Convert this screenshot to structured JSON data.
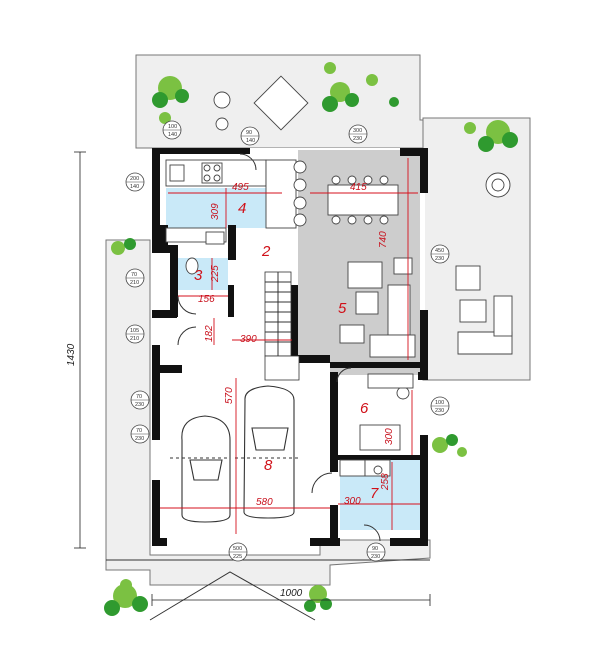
{
  "plan": {
    "colors": {
      "wall": "#111111",
      "living_floor": "#cdcdcd",
      "wet_room_floor": "#c9e9f8",
      "terrace": "#efefef",
      "dimension_lines": "#d6101c",
      "plants": "#3f9f3a"
    },
    "rooms": [
      {
        "number": "2"
      },
      {
        "number": "3"
      },
      {
        "number": "4"
      },
      {
        "number": "5"
      },
      {
        "number": "6"
      },
      {
        "number": "7"
      },
      {
        "number": "8"
      }
    ],
    "dimensions": {
      "kitchen_width": "495",
      "kitchen_depth": "309",
      "dining_width": "415",
      "living_depth": "740",
      "wc_depth": "225",
      "wc_width": "156",
      "hall_depth": "182",
      "hall_width": "390",
      "garage_depth": "570",
      "garage_width": "580",
      "utility_depth": "300",
      "boiler_depth": "258",
      "boiler_width": "300"
    },
    "exterior": {
      "overall_depth": "1430",
      "overall_width": "1000"
    },
    "windows": [
      {
        "top": "100",
        "bottom": "140"
      },
      {
        "top": "90",
        "bottom": "140"
      },
      {
        "top": "300",
        "bottom": "230"
      },
      {
        "top": "200",
        "bottom": "140"
      },
      {
        "top": "450",
        "bottom": "230"
      },
      {
        "top": "70",
        "bottom": "210"
      },
      {
        "top": "105",
        "bottom": "210"
      },
      {
        "top": "70",
        "bottom": "230"
      },
      {
        "top": "70",
        "bottom": "230"
      },
      {
        "top": "100",
        "bottom": "230"
      },
      {
        "top": "500",
        "bottom": "225"
      },
      {
        "top": "90",
        "bottom": "230"
      }
    ]
  }
}
